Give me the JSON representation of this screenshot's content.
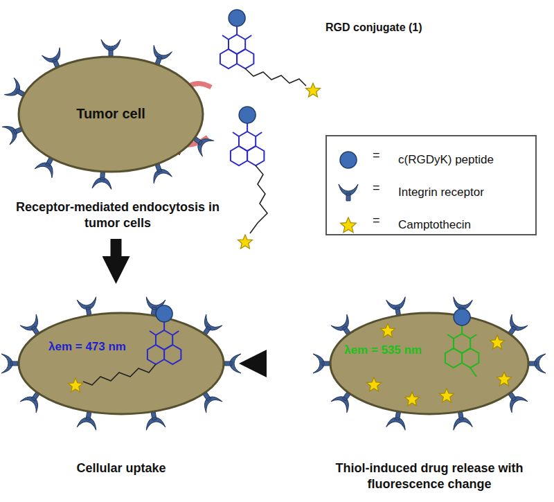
{
  "diagram": {
    "nodes": [
      {
        "text": [
          "Tumor cell",
          "Receptor-mediated endocytosis in tumor cells"
        ]
      },
      {
        "text": [
          "λem = 473 nm",
          "Cellular uptake"
        ]
      },
      {
        "text": [
          "λem = 535 nm",
          "Thiol-induced drug release with fluorescence change"
        ]
      }
    ],
    "edges": [
      {
        "from": 0,
        "to": 1,
        "arrow": "to"
      },
      {
        "from": 1,
        "to": 2,
        "arrow": "to"
      }
    ],
    "labels": [
      "RGD conjugate (1)",
      "=",
      "=",
      "="
    ],
    "legend": [
      {
        "text": "c(RGDyK) peptide"
      },
      {
        "text": "Integrin receptor"
      },
      {
        "text": "Camptothecin"
      }
    ]
  }
}
